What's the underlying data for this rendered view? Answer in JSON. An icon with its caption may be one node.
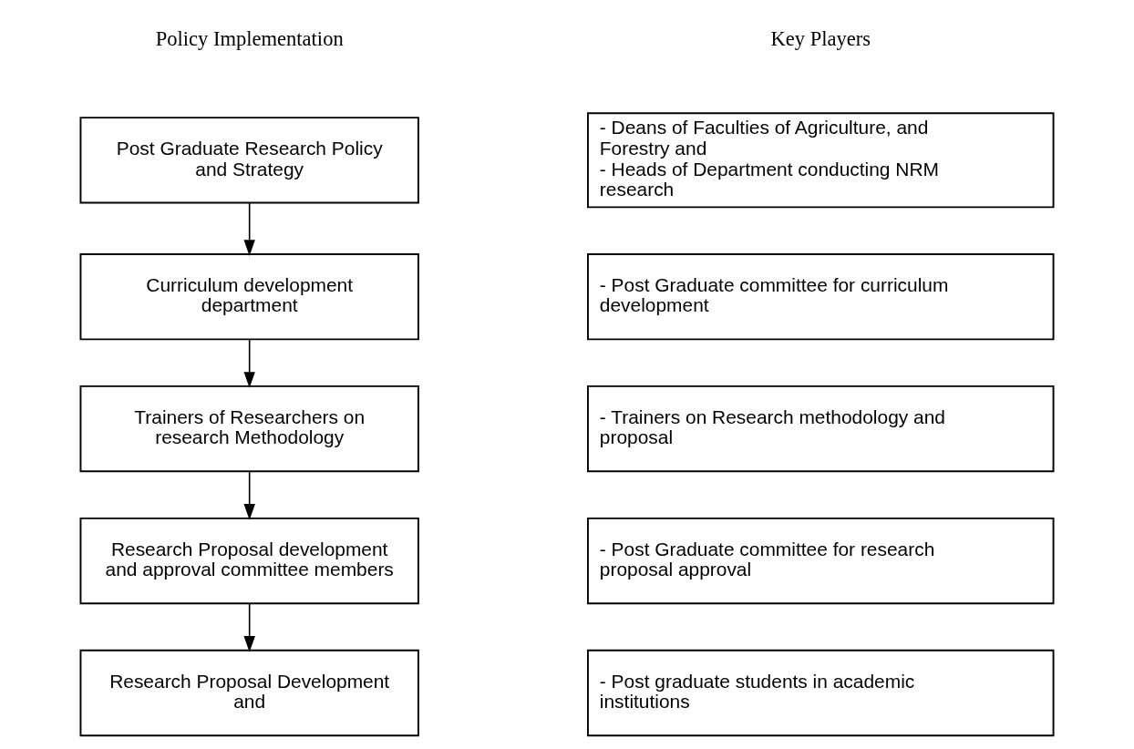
{
  "diagram": {
    "nodes": [
      {
        "text": [
          "Post Graduate Research Policy and Strategy"
        ]
      },
      {
        "text": [
          "Curriculum development department"
        ]
      },
      {
        "text": [
          "Trainers of Researchers on research Methodology"
        ]
      },
      {
        "text": [
          "Research Proposal development and approval committee members"
        ]
      },
      {
        "text": [
          "Research Proposal Development and"
        ]
      },
      {
        "text": [
          "- Deans of Faculties of Agriculture, and Forestry and",
          "- Heads of Department conducting NRM research"
        ]
      },
      {
        "text": [
          "- Post Graduate committee for curriculum development"
        ]
      },
      {
        "text": [
          "- Trainers on Research methodology and proposal"
        ]
      },
      {
        "text": [
          "- Post Graduate committee for research proposal approval"
        ]
      },
      {
        "text": [
          "- Post graduate students in academic institutions"
        ]
      }
    ],
    "edges": [
      {
        "from": 0,
        "to": 1,
        "arrow": "to"
      },
      {
        "from": 1,
        "to": 2,
        "arrow": "to"
      },
      {
        "from": 2,
        "to": 3,
        "arrow": "to"
      },
      {
        "from": 3,
        "to": 4,
        "arrow": "to"
      }
    ],
    "labels": [
      "Policy Implementation",
      "Key Players"
    ]
  }
}
